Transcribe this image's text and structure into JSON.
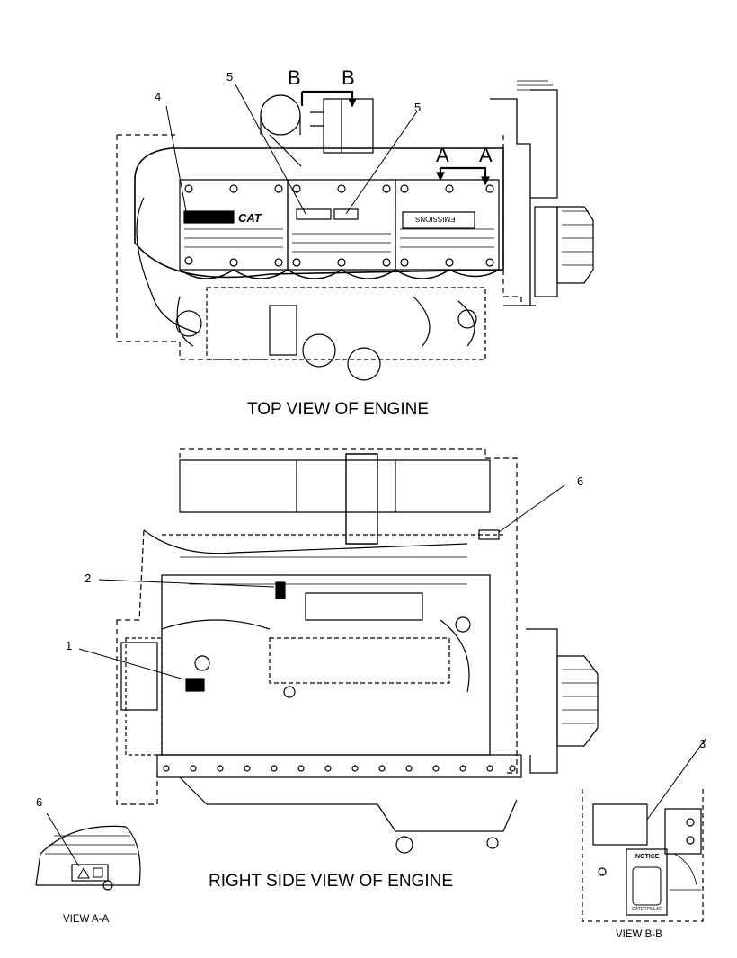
{
  "captions": {
    "top_view": "TOP VIEW OF ENGINE",
    "right_view": "RIGHT SIDE VIEW OF ENGINE",
    "view_aa": "VIEW A-A",
    "view_bb": "VIEW B-B"
  },
  "section_marks": {
    "b_left": "B",
    "b_right": "B",
    "a_left": "A",
    "a_right": "A"
  },
  "callouts": {
    "c1": "1",
    "c2": "2",
    "c3": "3",
    "c4": "4",
    "c5a": "5",
    "c5b": "5",
    "c6a": "6",
    "c6b": "6"
  },
  "decals": {
    "cat_logo": "CAT",
    "emissions": "EMISSIONS",
    "notice": "NOTICE",
    "caterpillar": "CATERPILLAR"
  }
}
